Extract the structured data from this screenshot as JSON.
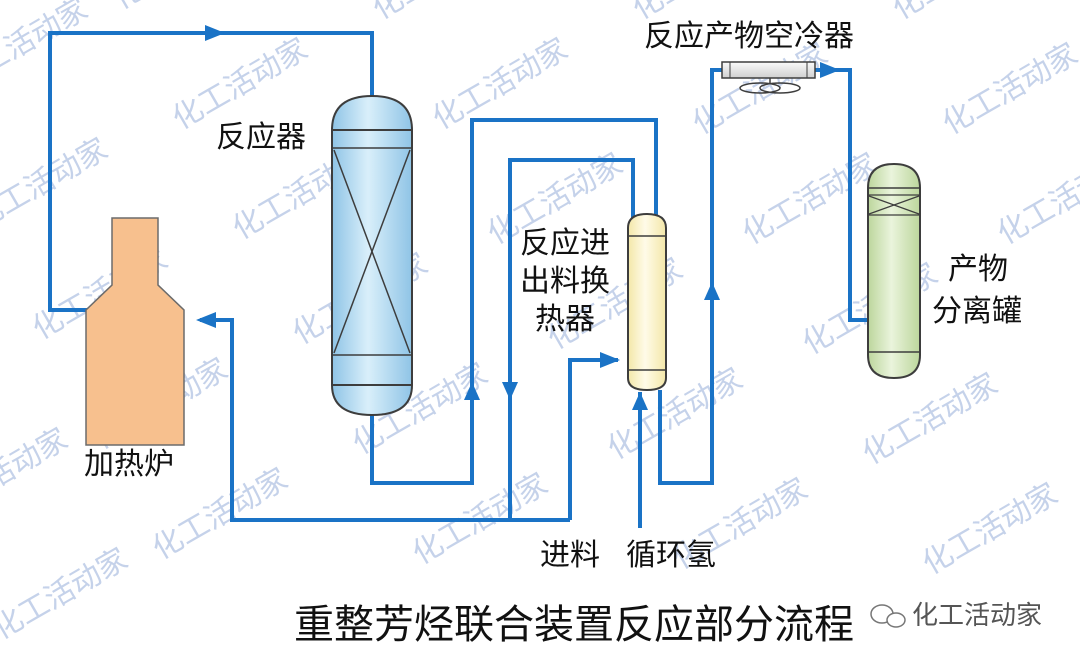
{
  "labels": {
    "reactor": "反应器",
    "heater": "加热炉",
    "air_cooler": "反应产物空冷器",
    "exchanger_line1": "反应进",
    "exchanger_line2": "出料换",
    "exchanger_line3": "热器",
    "separator_line1": "产物",
    "separator_line2": "分离罐",
    "feed": "进料",
    "recycle_hydrogen": "循环氢"
  },
  "title": "重整芳烃联合装置反应部分流程",
  "watermark": {
    "text": "化工活动家",
    "signature": "化工活动家"
  },
  "colors": {
    "flow_line": "#1a73c6",
    "reactor_fill": "#bcdff2",
    "heater_fill": "#f7c08e",
    "exchanger_fill": "#fbf5cf",
    "separator_fill": "#d6e8c0",
    "cooler_fill": "#ececec",
    "watermark": "#c5d2ea"
  }
}
